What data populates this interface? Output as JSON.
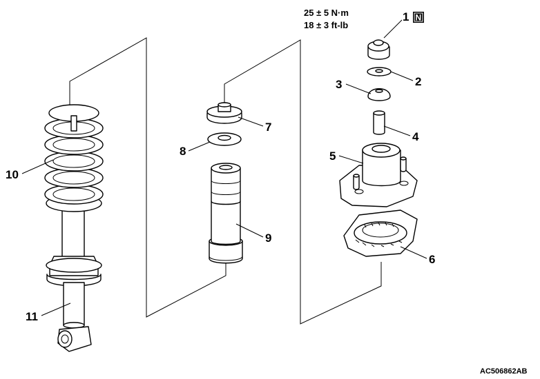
{
  "figure_code": "AC506862AB",
  "torque": {
    "line1": "25 ± 5 N·m",
    "line2": "18 ± 3 ft-lb"
  },
  "non_reusable_mark": "N",
  "callouts": [
    {
      "id": "1",
      "label": "1"
    },
    {
      "id": "2",
      "label": "2"
    },
    {
      "id": "3",
      "label": "3"
    },
    {
      "id": "4",
      "label": "4"
    },
    {
      "id": "5",
      "label": "5"
    },
    {
      "id": "6",
      "label": "6"
    },
    {
      "id": "7",
      "label": "7"
    },
    {
      "id": "8",
      "label": "8"
    },
    {
      "id": "9",
      "label": "9"
    },
    {
      "id": "10",
      "label": "10"
    },
    {
      "id": "11",
      "label": "11"
    }
  ]
}
